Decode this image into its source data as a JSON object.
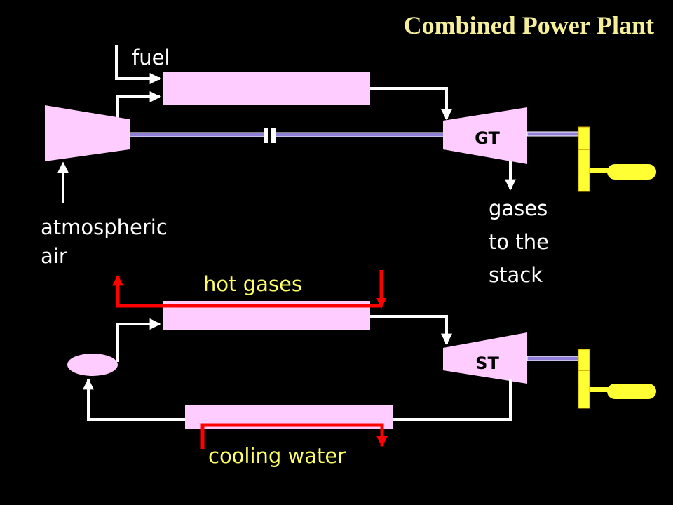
{
  "title": "Combined Power Plant",
  "labels": {
    "fuel": "fuel",
    "air_line1": "atmospheric",
    "air_line2": "air",
    "stack_line1": "gases",
    "stack_line2": "to the",
    "stack_line3": "stack",
    "hot_gases": "hot gases",
    "cooling_water": "cooling water",
    "gas_turbine": "GT",
    "steam_turbine": "ST"
  },
  "colors": {
    "background": "#000000",
    "title": "#f5ef9a",
    "component_fill": "#ffccff",
    "flow_line": "#ffffff",
    "shaft": "#8f7fd6",
    "hot_stream": "#ff0000",
    "generator": "#ffff33",
    "generator_edge": "#c8a000",
    "label_text": "#ffffff",
    "hot_label_text": "#ffff66",
    "turbine_text": "#000000"
  }
}
